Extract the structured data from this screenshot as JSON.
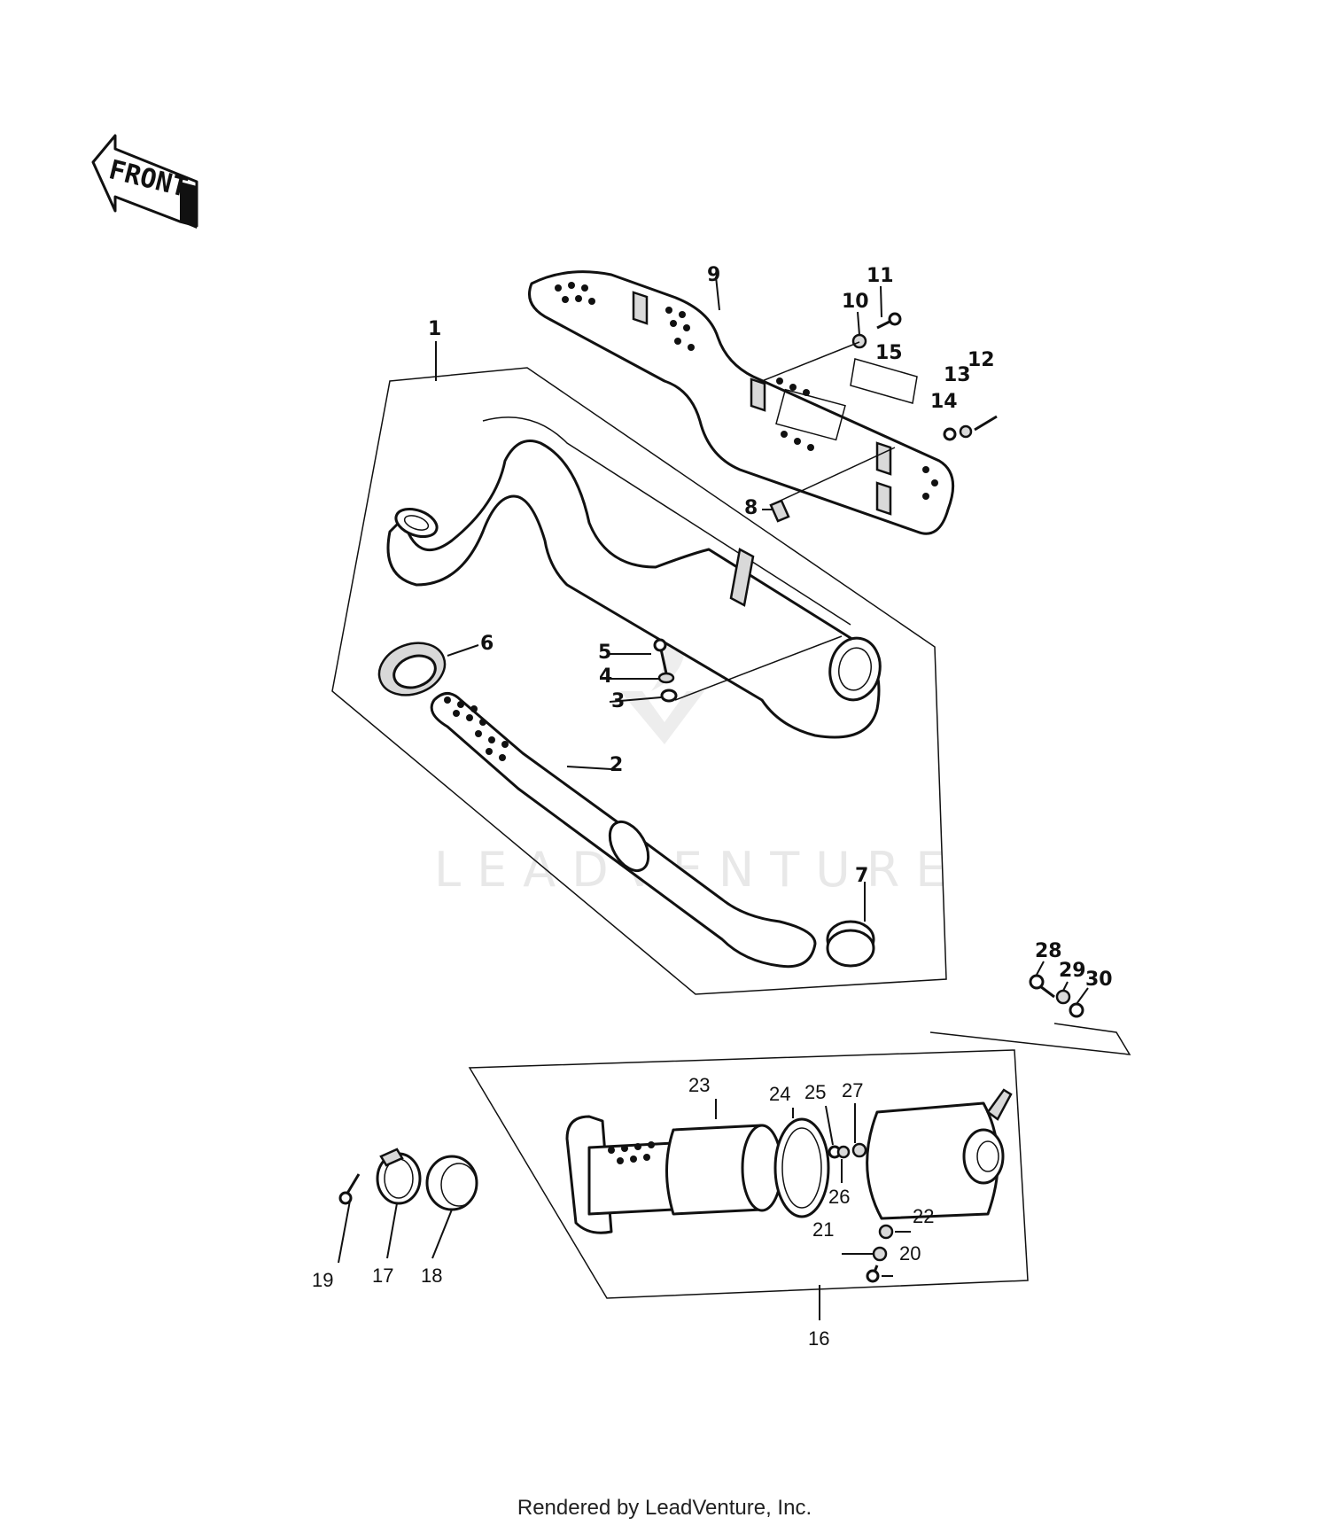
{
  "front_arrow": {
    "label": "FRONT"
  },
  "watermark": {
    "text": "LEADVENTURE"
  },
  "footer": {
    "text": "Rendered by LeadVenture, Inc."
  },
  "callouts": [
    {
      "id": "1",
      "text": "1"
    },
    {
      "id": "2",
      "text": "2"
    },
    {
      "id": "3",
      "text": "3"
    },
    {
      "id": "4",
      "text": "4"
    },
    {
      "id": "5",
      "text": "5"
    },
    {
      "id": "6",
      "text": "6"
    },
    {
      "id": "7",
      "text": "7"
    },
    {
      "id": "8",
      "text": "8"
    },
    {
      "id": "9",
      "text": "9"
    },
    {
      "id": "10",
      "text": "10"
    },
    {
      "id": "11",
      "text": "11"
    },
    {
      "id": "12",
      "text": "12"
    },
    {
      "id": "13",
      "text": "13"
    },
    {
      "id": "14",
      "text": "14"
    },
    {
      "id": "15",
      "text": "15"
    },
    {
      "id": "16",
      "text": "16"
    },
    {
      "id": "17",
      "text": "17"
    },
    {
      "id": "18",
      "text": "18"
    },
    {
      "id": "19",
      "text": "19"
    },
    {
      "id": "20",
      "text": "20"
    },
    {
      "id": "21",
      "text": "21"
    },
    {
      "id": "22",
      "text": "22"
    },
    {
      "id": "23",
      "text": "23"
    },
    {
      "id": "24",
      "text": "24"
    },
    {
      "id": "25",
      "text": "25"
    },
    {
      "id": "26",
      "text": "26"
    },
    {
      "id": "27",
      "text": "27"
    },
    {
      "id": "28",
      "text": "28"
    },
    {
      "id": "29",
      "text": "29"
    },
    {
      "id": "30",
      "text": "30"
    }
  ]
}
